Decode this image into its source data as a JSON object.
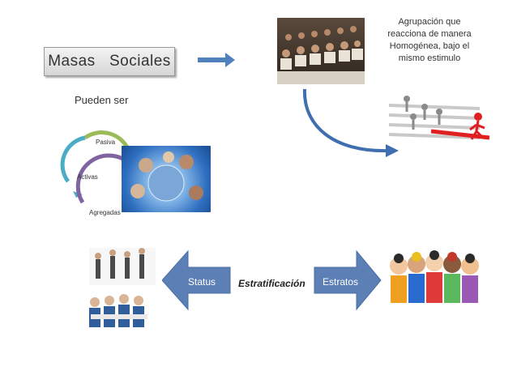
{
  "title": "Masas   Sociales",
  "subtitle": "Pueden ser",
  "cycle": {
    "items": [
      "Pasiva",
      "Activas",
      "Agregadas"
    ],
    "colors": [
      "#9bbb59",
      "#4bacc6",
      "#8064a2"
    ]
  },
  "description": "Agrupación que reacciona de manera Homogénea, bajo el mismo estimulo",
  "left_arrow": {
    "label": "Status",
    "color": "#5c7fb6"
  },
  "right_arrow": {
    "label": "Estratos",
    "color": "#5c7fb6"
  },
  "center_label": "Estratificación",
  "icons": [
    "crowd-photo",
    "globe-people-image",
    "running-figures-image",
    "office-people-image",
    "team-photo",
    "cartoon-children-image"
  ]
}
